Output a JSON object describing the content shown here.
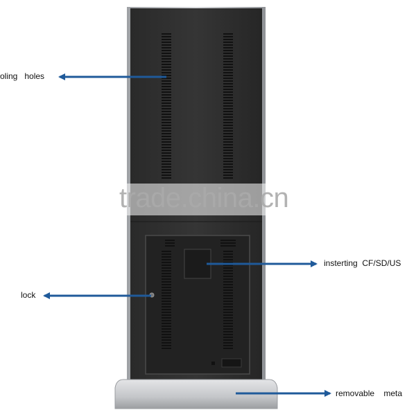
{
  "callouts": {
    "cooling": "oling   holes",
    "inserting": "insterting  CF/SD/US",
    "lock": "lock",
    "removable": "removable    meta"
  },
  "watermark": "trade.china.cn",
  "colors": {
    "arrow": "#1f5a9a",
    "body_panel": "#2b2b2b",
    "frame": "#b9bcc0",
    "base": "#c7c9cc"
  }
}
